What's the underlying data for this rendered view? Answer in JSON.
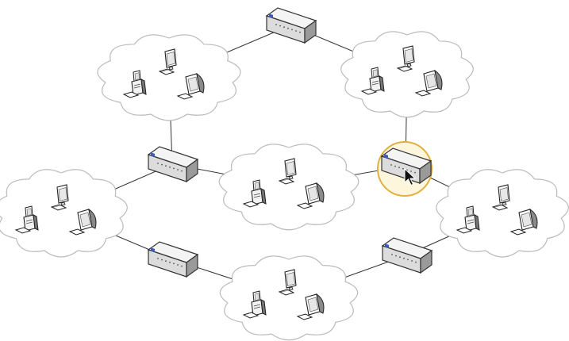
{
  "diagram": {
    "nodes": [
      {
        "id": "router-top",
        "kind": "router"
      },
      {
        "id": "router-left",
        "kind": "router"
      },
      {
        "id": "router-right",
        "kind": "router",
        "highlighted": true
      },
      {
        "id": "router-bottom-left",
        "kind": "router"
      },
      {
        "id": "router-bottom-right",
        "kind": "router"
      },
      {
        "id": "cloud-top-left",
        "kind": "cloud",
        "workstations": 3
      },
      {
        "id": "cloud-top-right",
        "kind": "cloud",
        "workstations": 3
      },
      {
        "id": "cloud-center",
        "kind": "cloud",
        "workstations": 3
      },
      {
        "id": "cloud-left",
        "kind": "cloud",
        "workstations": 3
      },
      {
        "id": "cloud-right",
        "kind": "cloud",
        "workstations": 3
      },
      {
        "id": "cloud-bottom",
        "kind": "cloud",
        "workstations": 3
      }
    ],
    "links": [
      [
        "router-top",
        "cloud-top-left"
      ],
      [
        "router-top",
        "cloud-top-right"
      ],
      [
        "cloud-top-left",
        "router-left"
      ],
      [
        "cloud-top-right",
        "router-right"
      ],
      [
        "router-left",
        "cloud-center"
      ],
      [
        "cloud-center",
        "router-right"
      ],
      [
        "router-left",
        "cloud-left"
      ],
      [
        "router-right",
        "cloud-right"
      ],
      [
        "cloud-left",
        "router-bottom-left"
      ],
      [
        "cloud-right",
        "router-bottom-right"
      ],
      [
        "router-bottom-left",
        "cloud-bottom"
      ],
      [
        "cloud-bottom",
        "router-bottom-right"
      ]
    ],
    "colors": {
      "line": "#333333",
      "cloud_fill": "#ffffff",
      "cloud_stroke": "#bbbbbb",
      "router_top": "#f4f4f4",
      "router_front": "#dcdcdc",
      "router_side": "#9a9a9a",
      "router_stroke": "#333333",
      "router_label": "#3a5bbf",
      "highlight_ring": "#e0b040",
      "highlight_fill": "#fdf6dc"
    },
    "icons": [
      "router-icon",
      "workstation-icon",
      "computer-monitor-icon",
      "computer-tower-icon",
      "keyboard-icon",
      "mouse-cursor-icon"
    ]
  }
}
